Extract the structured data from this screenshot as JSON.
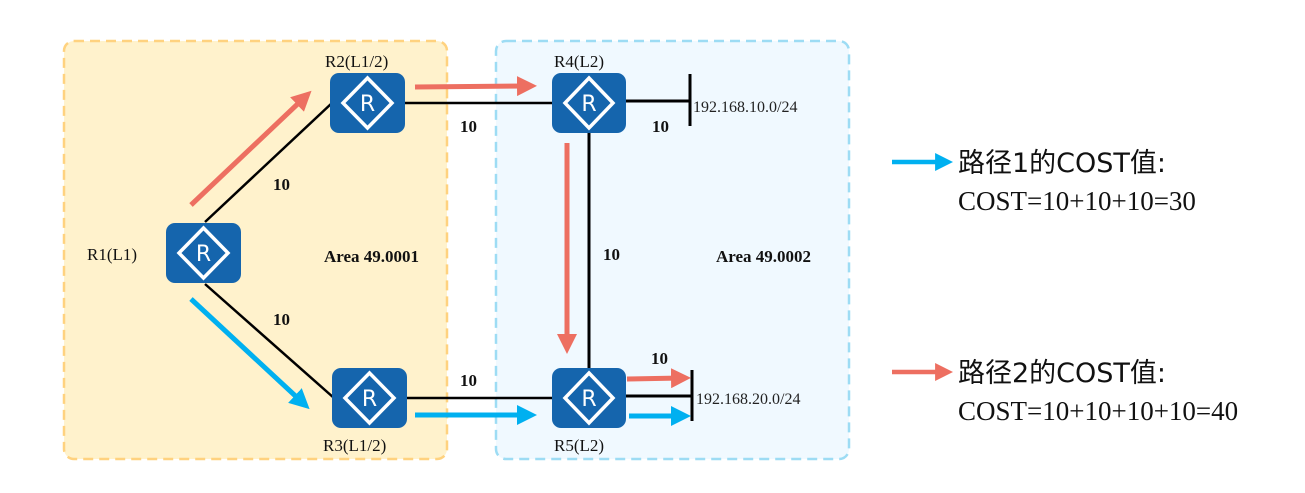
{
  "colors": {
    "area1_fill": "#fff2cc",
    "area1_border": "#ffd27f",
    "area2_fill": "#f0f9ff",
    "area2_border": "#9ddcf4",
    "router_fill": "#1565ad",
    "path1_arrow": "#00b0f0",
    "path2_arrow": "#ed6f61",
    "link": "#000000"
  },
  "areas": [
    {
      "id": "area1",
      "label": "Area 49.0001"
    },
    {
      "id": "area2",
      "label": "Area 49.0002"
    }
  ],
  "routers": [
    {
      "id": "R1",
      "label": "R1(L1)",
      "icon": "router-icon",
      "glyph": "R"
    },
    {
      "id": "R2",
      "label": "R2(L1/2)",
      "icon": "router-icon",
      "glyph": "R"
    },
    {
      "id": "R3",
      "label": "R3(L1/2)",
      "icon": "router-icon",
      "glyph": "R"
    },
    {
      "id": "R4",
      "label": "R4(L2)",
      "icon": "router-icon",
      "glyph": "R"
    },
    {
      "id": "R5",
      "label": "R5(L2)",
      "icon": "router-icon",
      "glyph": "R"
    }
  ],
  "links": [
    {
      "from": "R1",
      "to": "R2",
      "cost": "10"
    },
    {
      "from": "R1",
      "to": "R3",
      "cost": "10"
    },
    {
      "from": "R2",
      "to": "R4",
      "cost": "10"
    },
    {
      "from": "R3",
      "to": "R5",
      "cost": "10"
    },
    {
      "from": "R4",
      "to": "R5",
      "cost": "10"
    },
    {
      "from": "R4",
      "to": "net1",
      "cost": "10"
    },
    {
      "from": "R5",
      "to": "net2",
      "cost": "10"
    }
  ],
  "networks": [
    {
      "id": "net1",
      "label": "192.168.10.0/24"
    },
    {
      "id": "net2",
      "label": "192.168.20.0/24"
    }
  ],
  "legend": [
    {
      "path": "path1",
      "title": "路径1的COST值:",
      "formula": "COST=10+10+10=30",
      "color_key": "path1_arrow"
    },
    {
      "path": "path2",
      "title": "路径2的COST值:",
      "formula": "COST=10+10+10+10=40",
      "color_key": "path2_arrow"
    }
  ]
}
